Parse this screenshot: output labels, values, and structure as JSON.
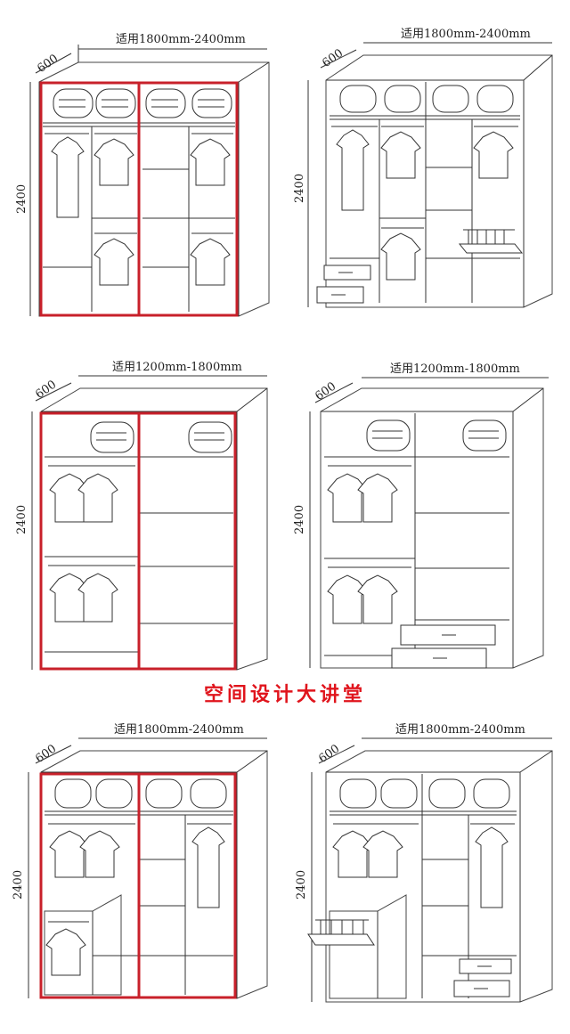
{
  "banner": "空间设计大讲堂",
  "wardrobes": [
    {
      "width_label": "适用1800mm-2400mm",
      "depth_label": "600",
      "height_label": "2400",
      "variant": "wide-a",
      "highlighted": true
    },
    {
      "width_label": "适用1800mm-2400mm",
      "depth_label": "600",
      "height_label": "2400",
      "variant": "wide-b",
      "highlighted": false
    },
    {
      "width_label": "适用1200mm-1800mm",
      "depth_label": "600",
      "height_label": "2400",
      "variant": "narrow-a",
      "highlighted": true
    },
    {
      "width_label": "适用1200mm-1800mm",
      "depth_label": "600",
      "height_label": "2400",
      "variant": "narrow-b",
      "highlighted": false
    },
    {
      "width_label": "适用1800mm-2400mm",
      "depth_label": "600",
      "height_label": "2400",
      "variant": "wide-c",
      "highlighted": true
    },
    {
      "width_label": "适用1800mm-2400mm",
      "depth_label": "600",
      "height_label": "2400",
      "variant": "wide-d",
      "highlighted": false
    }
  ],
  "colors": {
    "highlight": "#c8202a",
    "line": "#333333",
    "banner": "#e0141c"
  },
  "icons": [
    "folded-blanket-icon",
    "shirt-on-hanger-icon",
    "long-coat-on-hanger-icon",
    "drawer-icon",
    "pull-out-rack-icon"
  ]
}
